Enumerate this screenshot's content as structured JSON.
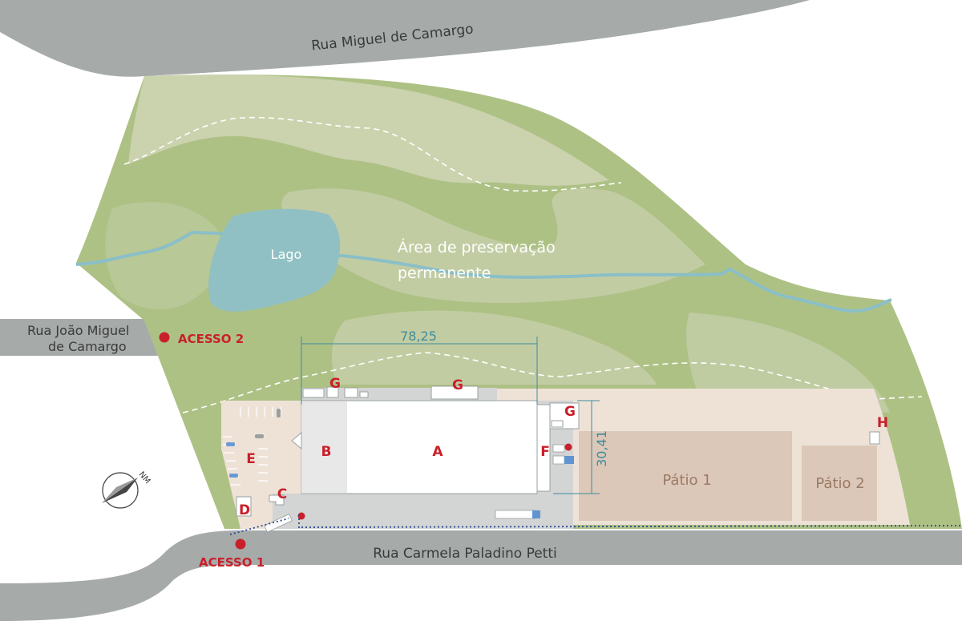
{
  "streets": {
    "top": "Rua Miguel de Camargo",
    "left_line1": "Rua João Miguel",
    "left_line2": "de Camargo",
    "bottom": "Rua Carmela Paladino Petti"
  },
  "areas": {
    "lake": "Lago",
    "preservation_line1": "Área de preservação",
    "preservation_line2": "permanente",
    "patio1": "Pátio 1",
    "patio2": "Pátio 2"
  },
  "access": {
    "access1": "ACESSO 1",
    "access2": "ACESSO 2"
  },
  "dimensions": {
    "width": "78,25",
    "height": "30,41"
  },
  "building_labels": {
    "a": "A",
    "b": "B",
    "c": "C",
    "d": "D",
    "e": "E",
    "f": "F",
    "g1": "G",
    "g2": "G",
    "g3": "G",
    "h": "H"
  },
  "compass": {
    "label": "NM"
  },
  "colors": {
    "road": "#a6abaa",
    "vegetation_dark": "#aec185",
    "vegetation_light": "#cbd2ae",
    "lake": "#90c0c3",
    "patio_fill": "#eee2d7",
    "patio_box": "#dcc8b8",
    "paved": "#d3d4d4",
    "accent_red": "#c8202a",
    "dimension_blue": "#3d8c9e"
  }
}
